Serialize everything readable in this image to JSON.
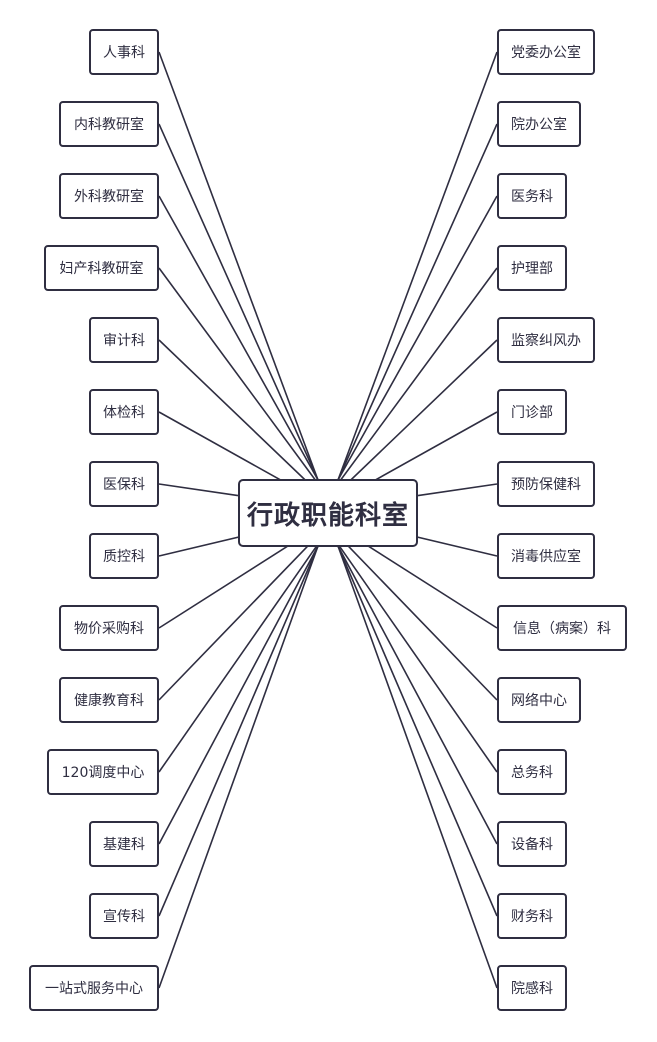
{
  "center": {
    "label": "行政职能科室"
  },
  "colors": {
    "line": "#2f2e41",
    "node_border": "#2f2e41",
    "text": "#2f2e41",
    "background": "#ffffff"
  },
  "left_nodes": [
    "人事科",
    "内科教研室",
    "外科教研室",
    "妇产科教研室",
    "审计科",
    "体检科",
    "医保科",
    "质控科",
    "物价采购科",
    "健康教育科",
    "120调度中心",
    "基建科",
    "宣传科",
    "一站式服务中心"
  ],
  "right_nodes": [
    "党委办公室",
    "院办公室",
    "医务科",
    "护理部",
    "监察纠风办",
    "门诊部",
    "预防保健科",
    "消毒供应室",
    "信息（病案）科",
    "网络中心",
    "总务科",
    "设备科",
    "财务科",
    "院感科"
  ]
}
